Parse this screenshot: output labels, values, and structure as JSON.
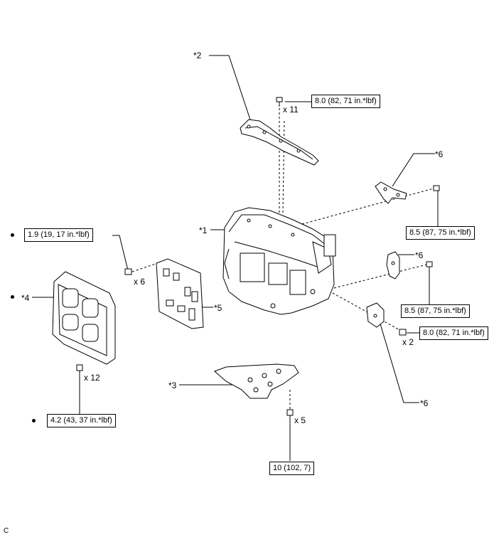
{
  "callouts": {
    "c1": "*1",
    "c2": "*2",
    "c3": "*3",
    "c4": "*4",
    "c5": "*5",
    "c6a": "*6",
    "c6b": "*6",
    "c6c": "*6"
  },
  "quantities": {
    "q_top": "x 11",
    "q_left": "x 6",
    "q_bottom_left": "x 12",
    "q_bottom": "x 5",
    "q_right": "x 2"
  },
  "torques": {
    "t_top": "8.0 (82, 71 in.*lbf)",
    "t_left": "1.9 (19, 17 in.*lbf)",
    "t_right_upper": "8.5 (87, 75 in.*lbf)",
    "t_right_mid": "8.5 (87, 75 in.*lbf)",
    "t_right_lower": "8.0 (82, 71 in.*lbf)",
    "t_bottom_left": "4.2 (43, 37 in.*lbf)",
    "t_bottom": "10 (102, 7)"
  },
  "figure_code": "C"
}
